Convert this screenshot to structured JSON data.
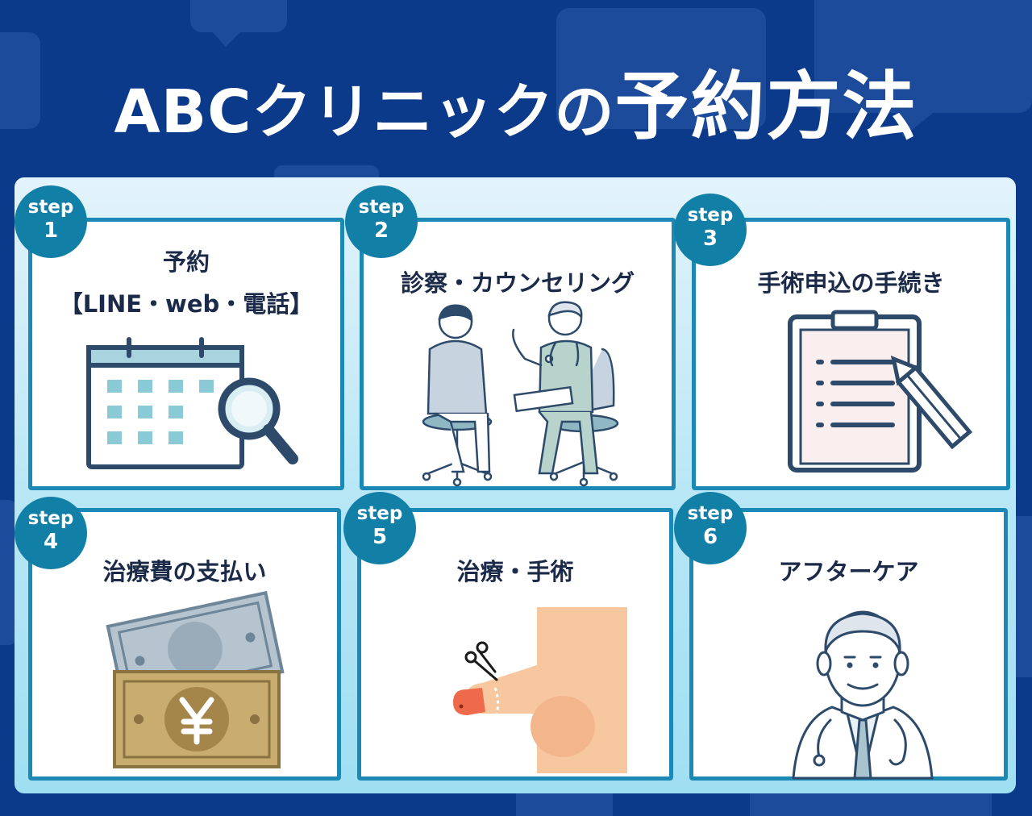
{
  "title": {
    "part1": "ABCクリニックの",
    "part2": "予約方法"
  },
  "steps": [
    {
      "word": "step",
      "number": "1",
      "label_line1": "予約",
      "label_line2": "【LINE・web・電話】",
      "icon": "calendar-search-icon"
    },
    {
      "word": "step",
      "number": "2",
      "label_line1": "診察・カウンセリング",
      "icon": "doctor-patient-consultation-icon"
    },
    {
      "word": "step",
      "number": "3",
      "label_line1": "手術申込の手続き",
      "icon": "clipboard-pencil-icon"
    },
    {
      "word": "step",
      "number": "4",
      "label_line1": "治療費の支払い",
      "icon": "yen-banknotes-icon"
    },
    {
      "word": "step",
      "number": "5",
      "label_line1": "治療・手術",
      "icon": "surgery-scissors-icon"
    },
    {
      "word": "step",
      "number": "6",
      "label_line1": "アフターケア",
      "icon": "doctor-icon"
    }
  ],
  "colors": {
    "background": "#0c3a8a",
    "badge": "#127fa7",
    "card_border": "#1b88b6",
    "label_text": "#1b2a48"
  }
}
